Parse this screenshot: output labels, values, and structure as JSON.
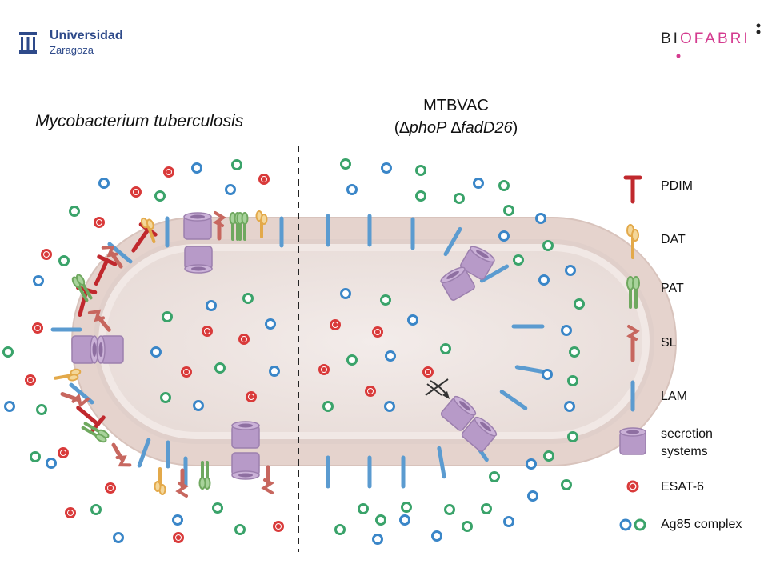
{
  "logos": {
    "university_name": "Universidad",
    "university_city": "Zaragoza",
    "biofabri_dark1": "BI",
    "biofabri_pink": "O",
    "biofabri_dark2": "FABRI"
  },
  "titles": {
    "left": "Mycobacterium tuberculosis",
    "right_line1": "MTBVAC",
    "right_open": "(∆",
    "right_gene1": "phoP",
    "right_space": " ∆",
    "right_gene2": "fadD26",
    "right_close": ")"
  },
  "legend": [
    {
      "label": "PDIM",
      "icon": "pdim-icon"
    },
    {
      "label": "DAT",
      "icon": "dat-icon"
    },
    {
      "label": "PAT",
      "icon": "pat-icon"
    },
    {
      "label": "SL",
      "icon": "sl-icon"
    },
    {
      "label": "LAM",
      "icon": "lam-icon"
    },
    {
      "label": "secretion systems",
      "icon": "secretion-system-icon"
    },
    {
      "label": "ESAT-6",
      "icon": "esat6-dot-icon"
    },
    {
      "label": "Ag85 complex",
      "icon": "ag85-dot-icon"
    }
  ],
  "colors": {
    "pdim": "#c0282d",
    "dat": "#e3a94a",
    "pat": "#6fa85f",
    "sl": "#c7675f",
    "lam": "#5b9bd0",
    "secretion": "#b79ac8",
    "esat6": "#d93a3a",
    "ag85_blue": "#3a86c8",
    "ag85_green": "#3aa36a",
    "cell_wall": "#e5d3cd",
    "cell_inner": "#efe6e4"
  }
}
